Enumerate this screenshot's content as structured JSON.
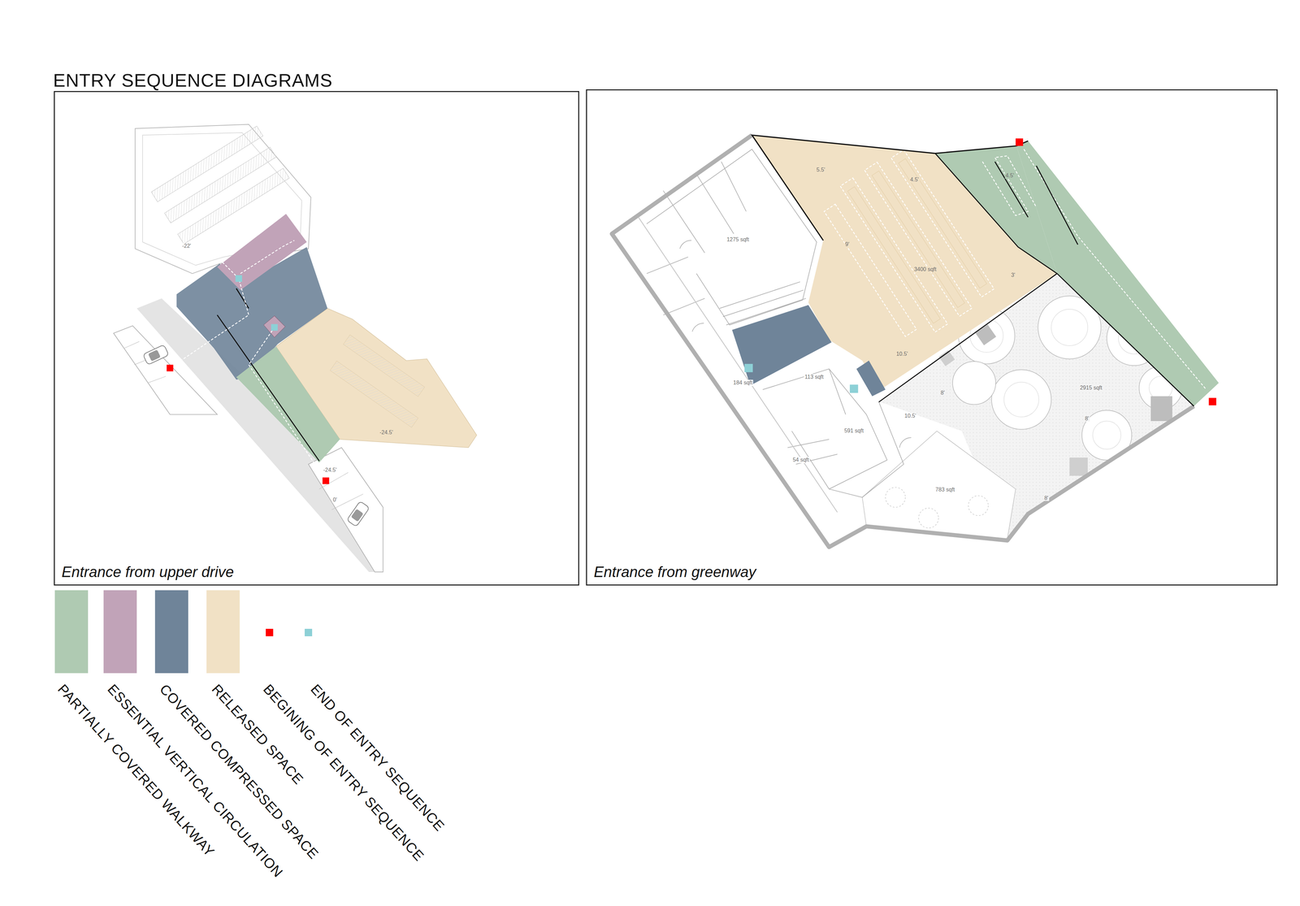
{
  "diagram": {
    "title": "ENTRY SEQUENCE DIAGRAMS",
    "nodes": [
      {
        "text": [
          "Entrance from upper drive"
        ]
      },
      {
        "text": [
          "Entrance from greenway"
        ]
      }
    ],
    "labels": [
      "-22'",
      "-24.5'",
      "-24.5'",
      "0'",
      "1275 sqft",
      "3400 sqft",
      "184 sqft",
      "113 sqft",
      "591 sqft",
      "54 sqft",
      "783 sqft",
      "2915 sqft",
      "5.5'",
      "4.5'",
      "4.5'",
      "9'",
      "3'",
      "10.5'",
      "8'",
      "10.5'",
      "8'",
      "8'"
    ],
    "legend": [
      {
        "text": "PARTIALLY COVERED WALKWAY",
        "color": "#afcab2"
      },
      {
        "text": "ESSENTIAL VERTICAL CIRCULATION",
        "color": "#c1a3b8"
      },
      {
        "text": "COVERED COMPRESSED SPACE",
        "color": "#6f8499"
      },
      {
        "text": "RELEASED SPACE",
        "color": "#f1e1c5"
      },
      {
        "text": "BEGINING OF ENTRY SEQUENCE",
        "color": "#ff0000"
      },
      {
        "text": "END OF ENTRY SEQUENCE",
        "color": "#8dd0d6"
      }
    ]
  }
}
